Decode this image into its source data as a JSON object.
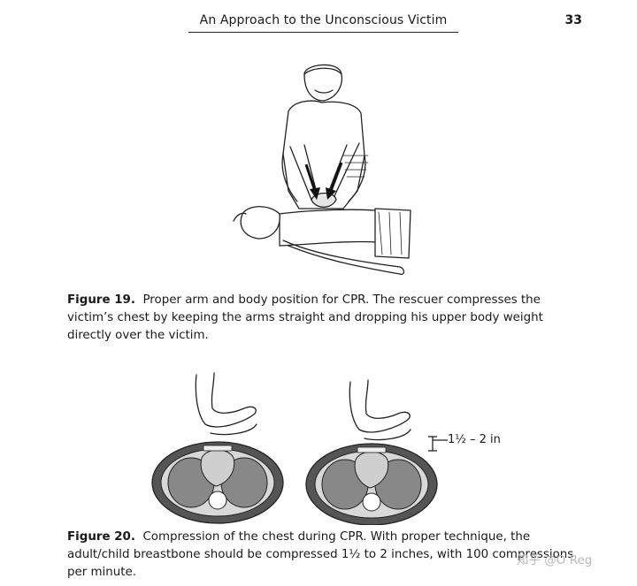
{
  "header": {
    "title": "An Approach to the Unconscious Victim",
    "page_number": "33"
  },
  "figure19": {
    "label": "Figure 19.",
    "caption": "Proper arm and body position for CPR. The rescuer compresses the victim’s chest by keeping the arms straight and dropping his upper body weight directly over the victim."
  },
  "figure20": {
    "label": "Figure 20.",
    "caption": "Compression of the chest during CPR. With proper technique, the adult/child breastbone should be compressed 1½ to 2 inches, with 100 compressions per minute.",
    "measure_label": "1½ – 2 in"
  },
  "watermark": "知乎 @O Reg"
}
